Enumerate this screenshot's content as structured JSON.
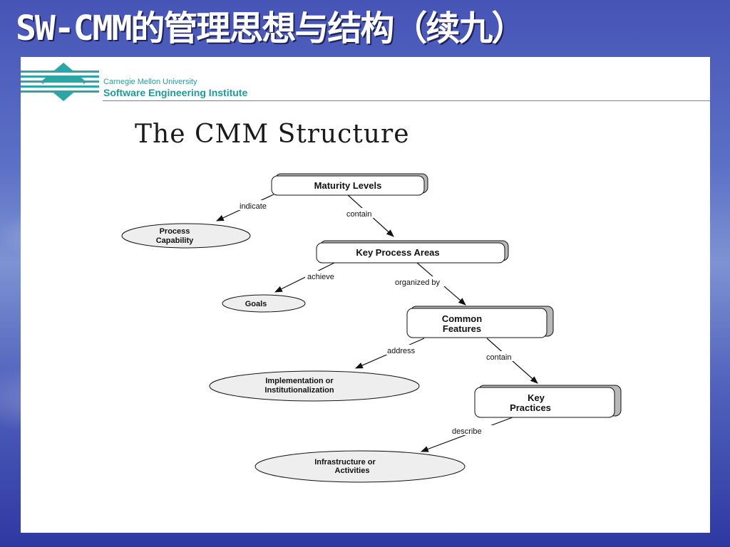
{
  "slide": {
    "title": "SW-CMM的管理思想与结构（续九）"
  },
  "logo": {
    "university": "Carnegie Mellon University",
    "institute": "Software Engineering Institute"
  },
  "diagram": {
    "title": "The CMM Structure",
    "nodes": {
      "maturity_levels": "Maturity Levels",
      "key_process_areas": "Key Process Areas",
      "common_features": [
        "Common",
        "Features"
      ],
      "key_practices": [
        "Key",
        "Practices"
      ]
    },
    "ellipses": {
      "process_capability": [
        "Process",
        "Capability"
      ],
      "goals": "Goals",
      "implementation": [
        "Implementation or",
        "Institutionalization"
      ],
      "infrastructure": [
        "Infrastructure or",
        "Activities"
      ]
    },
    "edges": {
      "indicate": "indicate",
      "contain_1": "contain",
      "achieve": "achieve",
      "organized_by": "organized by",
      "address": "address",
      "contain_2": "contain",
      "describe": "describe"
    }
  },
  "colors": {
    "accent_teal": "#2aa6a6",
    "ellipse_fill": "#eeeeee",
    "node_shadow": "#b8b8b8"
  }
}
